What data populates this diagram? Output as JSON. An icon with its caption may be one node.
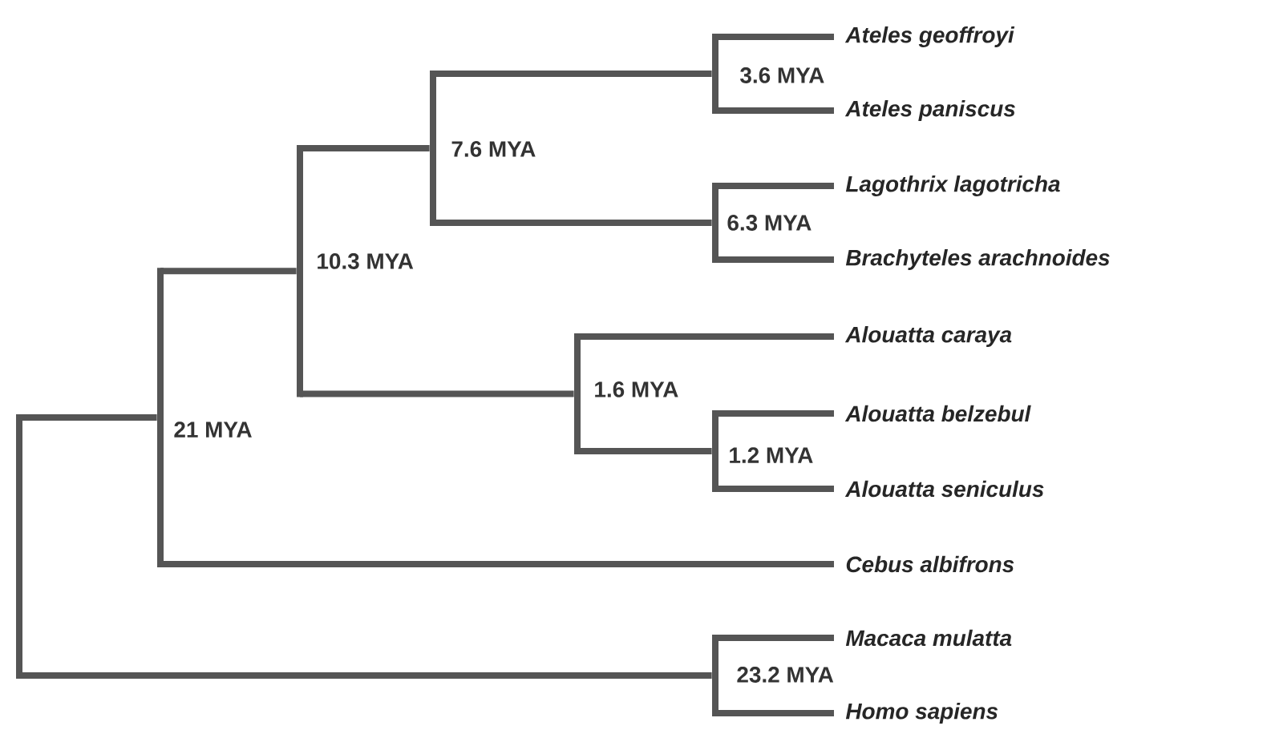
{
  "diagram": {
    "nodes": [
      {
        "text": [],
        "shape": "bar"
      },
      {
        "text": [],
        "shape": "bar",
        "beside": [
          "21 MYA"
        ]
      },
      {
        "text": [],
        "shape": "bar",
        "beside": [
          "10.3 MYA"
        ]
      },
      {
        "text": [],
        "shape": "bar",
        "beside": [
          "7.6 MYA"
        ]
      },
      {
        "text": [],
        "shape": "bar",
        "beside": [
          "3.6 MYA"
        ]
      },
      {
        "text": [
          "Ateles geoffroyi"
        ]
      },
      {
        "text": [
          "Ateles paniscus"
        ]
      },
      {
        "text": [],
        "shape": "bar",
        "beside": [
          "6.3 MYA"
        ]
      },
      {
        "text": [
          "Lagothrix lagotricha"
        ]
      },
      {
        "text": [
          "Brachyteles arachnoides"
        ]
      },
      {
        "text": [],
        "shape": "bar",
        "beside": [
          "1.6 MYA"
        ]
      },
      {
        "text": [
          "Alouatta caraya"
        ]
      },
      {
        "text": [],
        "shape": "bar",
        "beside": [
          "1.2 MYA"
        ]
      },
      {
        "text": [
          "Alouatta belzebul"
        ]
      },
      {
        "text": [
          "Alouatta seniculus"
        ]
      },
      {
        "text": [
          "Cebus albifrons"
        ]
      },
      {
        "text": [],
        "shape": "bar",
        "beside": [
          "23.2 MYA"
        ]
      },
      {
        "text": [
          "Macaca mulatta"
        ]
      },
      {
        "text": [
          "Homo sapiens"
        ]
      }
    ],
    "edges": [
      {
        "from": 0,
        "to": 1,
        "arrow": "none"
      },
      {
        "from": 0,
        "to": 16,
        "arrow": "none"
      },
      {
        "from": 1,
        "to": 2,
        "arrow": "none"
      },
      {
        "from": 1,
        "to": 15,
        "arrow": "none"
      },
      {
        "from": 2,
        "to": 3,
        "arrow": "none"
      },
      {
        "from": 2,
        "to": 10,
        "arrow": "none"
      },
      {
        "from": 3,
        "to": 4,
        "arrow": "none"
      },
      {
        "from": 3,
        "to": 7,
        "arrow": "none"
      },
      {
        "from": 4,
        "to": 5,
        "arrow": "none"
      },
      {
        "from": 4,
        "to": 6,
        "arrow": "none"
      },
      {
        "from": 7,
        "to": 8,
        "arrow": "none"
      },
      {
        "from": 7,
        "to": 9,
        "arrow": "none"
      },
      {
        "from": 10,
        "to": 11,
        "arrow": "none"
      },
      {
        "from": 10,
        "to": 12,
        "arrow": "none"
      },
      {
        "from": 12,
        "to": 13,
        "arrow": "none"
      },
      {
        "from": 12,
        "to": 14,
        "arrow": "none"
      },
      {
        "from": 16,
        "to": 17,
        "arrow": "none"
      },
      {
        "from": 16,
        "to": 18,
        "arrow": "none"
      }
    ]
  }
}
